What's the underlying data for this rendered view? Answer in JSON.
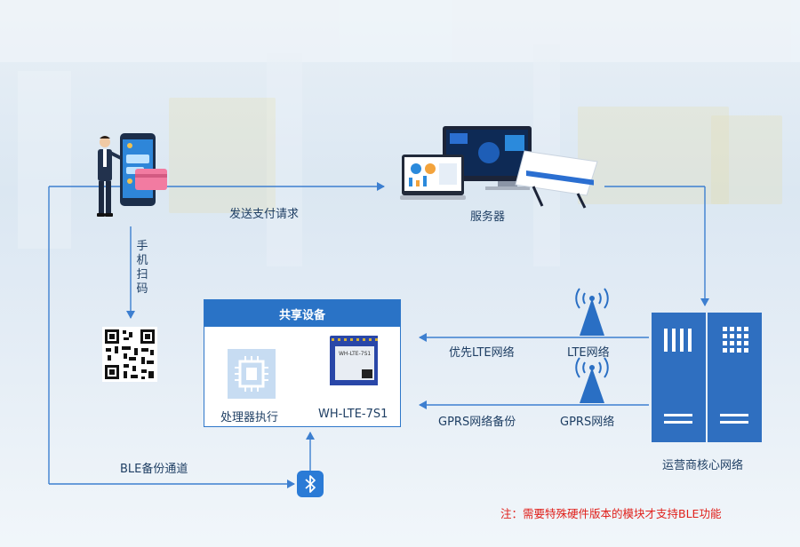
{
  "labels": {
    "send_payment": "发送支付请求",
    "server": "服务器",
    "scan_phone": "手机扫码",
    "shared_device": "共享设备",
    "processor": "处理器执行",
    "module": "WH-LTE-7S1",
    "priority_lte": "优先LTE网络",
    "lte_network": "LTE网络",
    "gprs_backup": "GPRS网络备份",
    "gprs_network": "GPRS网络",
    "operator_core": "运营商核心网络",
    "ble_channel": "BLE备份通道",
    "note": "注：需要特殊硬件版本的模块才支持BLE功能"
  },
  "module_chip_text": "WH-LTE-7S1",
  "colors": {
    "line": "#3d7fd0",
    "accent": "#2a73c6",
    "note": "#e0201b",
    "text": "#1f3f64"
  }
}
